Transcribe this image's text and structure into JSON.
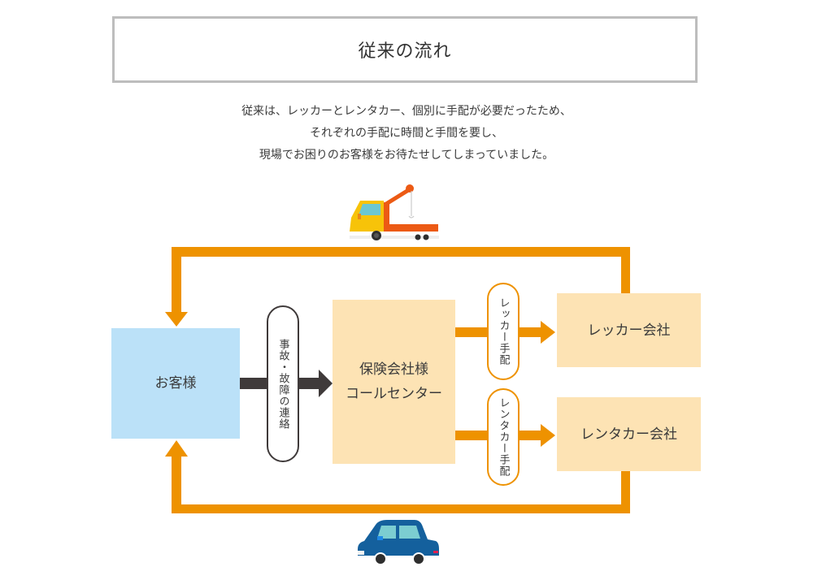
{
  "title": "従来の流れ",
  "description": {
    "lines": [
      "従来は、レッカーとレンタカー、個別に手配が必要だったため、",
      "それぞれの手配に時間と手間を要し、",
      "現場でお困りのお客様をお待たせしてしまっていました。"
    ]
  },
  "diagram": {
    "nodes": {
      "customer": "お客様",
      "call_center_line1": "保険会社様",
      "call_center_line2": "コールセンター",
      "tow_company": "レッカー会社",
      "rental_company": "レンタカー会社"
    },
    "edge_labels": {
      "contact": "事故・故障の連絡",
      "tow_arrangement": "レッカー手配",
      "rental_arrangement": "レンタカー手配"
    },
    "icons": {
      "top": "tow-truck-icon",
      "bottom": "car-icon"
    },
    "colors": {
      "flow_orange": "#ee9200",
      "contact_arrow": "#3f3a3a",
      "customer_box": "#bbe1f8",
      "company_box": "#fde3b4",
      "title_border": "#bdbdbd"
    }
  }
}
